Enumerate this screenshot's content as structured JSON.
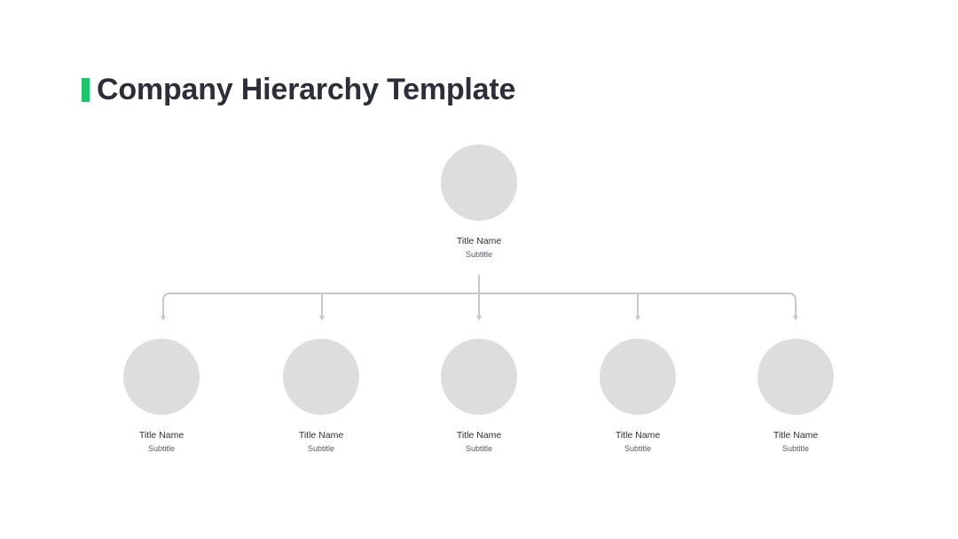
{
  "title": "Company Hierarchy Template",
  "colors": {
    "accent": "#1cc66a",
    "avatar": "#dddddd",
    "connector": "#c8c8c8"
  },
  "root": {
    "title": "Title Name",
    "subtitle": "Subtitle"
  },
  "children": [
    {
      "title": "Title Name",
      "subtitle": "Subtitle"
    },
    {
      "title": "Title Name",
      "subtitle": "Subtitle"
    },
    {
      "title": "Title Name",
      "subtitle": "Subtitle"
    },
    {
      "title": "Title Name",
      "subtitle": "Subtitle"
    },
    {
      "title": "Title Name",
      "subtitle": "Subtitle"
    }
  ]
}
